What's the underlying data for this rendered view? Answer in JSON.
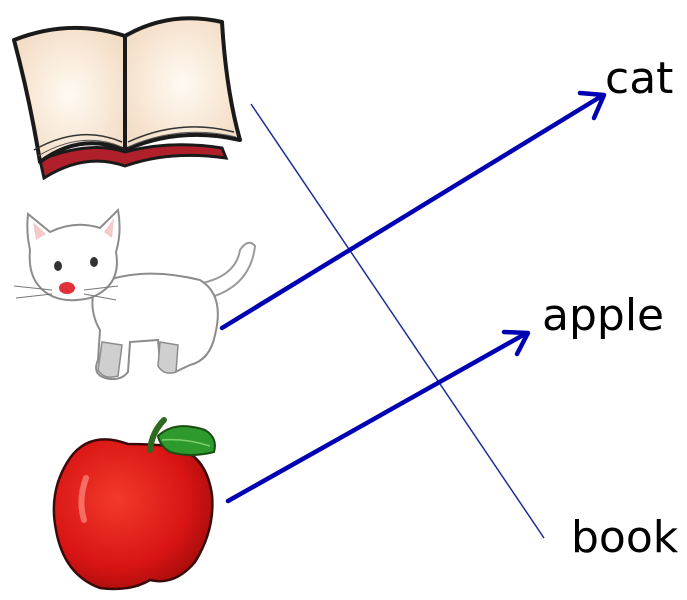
{
  "words": {
    "cat": "cat",
    "apple": "apple",
    "book": "book"
  },
  "pictures": [
    {
      "name": "book",
      "icon": "open-book-icon"
    },
    {
      "name": "cat",
      "icon": "cat-icon"
    },
    {
      "name": "apple",
      "icon": "apple-icon"
    }
  ],
  "connections": [
    {
      "from": "cat-picture",
      "to": "cat-word",
      "style": "arrow",
      "color": "#0000b3"
    },
    {
      "from": "apple-picture",
      "to": "apple-word",
      "style": "arrow",
      "color": "#0000b3"
    },
    {
      "from": "book-picture",
      "to": "book-word",
      "style": "thin-line",
      "color": "#1a2e99"
    }
  ],
  "colors": {
    "arrow": "#0000b3",
    "thin_line": "#1a2e99",
    "apple_red": "#e01616",
    "leaf_green": "#2e9a2e",
    "book_cover": "#b0202a"
  }
}
